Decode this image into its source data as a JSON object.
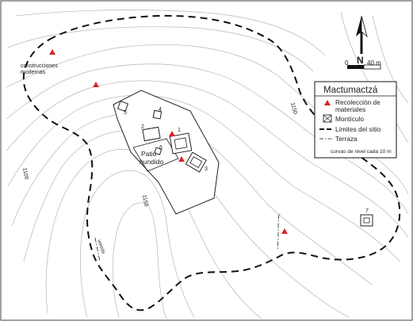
{
  "legend": {
    "title": "Mactumactzá",
    "items": [
      {
        "symbol": "red-triangle",
        "label_line1": "Recolección de",
        "label_line2": "materiales"
      },
      {
        "symbol": "mound-square",
        "label_line1": "Montículo",
        "label_line2": ""
      },
      {
        "symbol": "dashed-line",
        "label_line1": "Límites del sitio",
        "label_line2": ""
      },
      {
        "symbol": "dash-dot-line",
        "label_line1": "Terraza",
        "label_line2": ""
      }
    ],
    "contour_note": "curvas de nivel cada 10 m"
  },
  "scale": {
    "start": "0",
    "end": "40 m"
  },
  "north_label": "N",
  "labels": {
    "modern_line1": "construcciones",
    "modern_line2": "modernas",
    "patio_line1": "Patio",
    "patio_line2": "hundido",
    "path": "vereda",
    "contour_1150_a": "1150",
    "contour_1150_b": "1150",
    "contour_1100": "1100"
  },
  "mounds": [
    "1",
    "2",
    "3",
    "4",
    "5",
    "6",
    "7"
  ],
  "colors": {
    "collection_marker": "#d7262b",
    "boundary": "#111111",
    "contour": "#b5b5b5"
  }
}
